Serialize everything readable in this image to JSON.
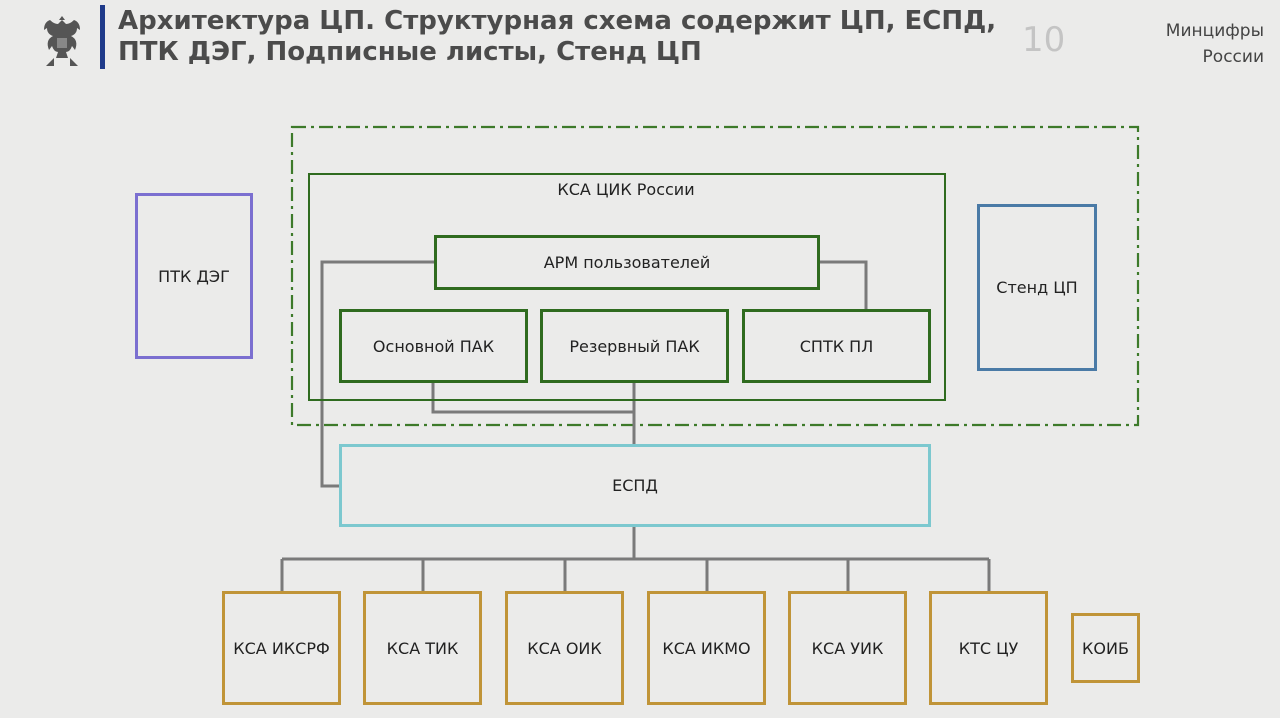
{
  "header": {
    "title": "Архитектура ЦП. Структурная схема содержит ЦП, ЕСПД, ПТК ДЭГ, Подписные листы, Стенд ЦП",
    "page_number": "10",
    "org_line1": "Минцифры",
    "org_line2": "России",
    "emblem_icon": "double-headed-eagle-icon",
    "accent_color": "#1f3a8a"
  },
  "diagram": {
    "ksa_cik_label": "КСА ЦИК России",
    "arm_label": "АРМ пользователей",
    "main_pak_label": "Основной ПАК",
    "reserve_pak_label": "Резервный ПАК",
    "sptk_label": "СПТК ПЛ",
    "ptk_deg_label": "ПТК ДЭГ",
    "stend_label": "Стенд ЦП",
    "espd_label": "ЕСПД",
    "bottom_boxes": [
      "КСА ИКСРФ",
      "КСА ТИК",
      "КСА ОИК",
      "КСА ИКМО",
      "КСА УИК",
      "КТС ЦУ"
    ],
    "koib_label": "КОИБ",
    "colors": {
      "green": "#2f6b1f",
      "dashdot": "#3d7a2a",
      "purple": "#7b6fd0",
      "blue": "#4a7aa6",
      "cyan": "#7cc8cf",
      "gold": "#c09438",
      "connector": "#7a7a7a"
    }
  }
}
